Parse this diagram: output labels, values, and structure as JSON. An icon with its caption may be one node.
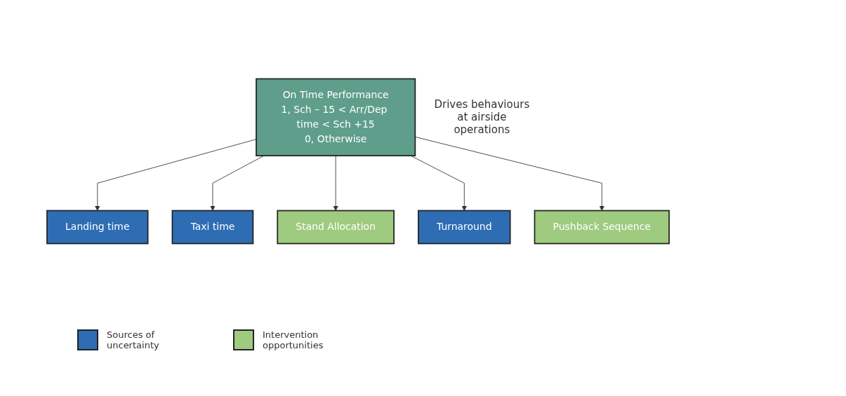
{
  "diagram": {
    "nodes": [
      {
        "text": [
          "On Time Performance",
          "1, Sch – 15 < Arr/Dep time < Sch +15",
          "0, Otherwise"
        ],
        "beside": [
          "Drives behaviours at airside operations"
        ]
      },
      {
        "text": [
          "Landing time"
        ]
      },
      {
        "text": [
          "Taxi time"
        ]
      },
      {
        "text": [
          "Stand Allocation"
        ]
      },
      {
        "text": [
          "Turnaround"
        ]
      },
      {
        "text": [
          "Pushback Sequence"
        ]
      }
    ],
    "edges": [
      {
        "from": 0,
        "to": 1,
        "arrow": "to"
      },
      {
        "from": 0,
        "to": 2,
        "arrow": "to"
      },
      {
        "from": 0,
        "to": 3,
        "arrow": "to"
      },
      {
        "from": 0,
        "to": 4,
        "arrow": "to"
      },
      {
        "from": 0,
        "to": 5,
        "arrow": "to"
      }
    ],
    "legend": [
      {
        "text": "Sources of uncertainty",
        "color": "#2e6db4"
      },
      {
        "text": "Intervention opportunities",
        "color": "#9ecb7f"
      }
    ]
  }
}
